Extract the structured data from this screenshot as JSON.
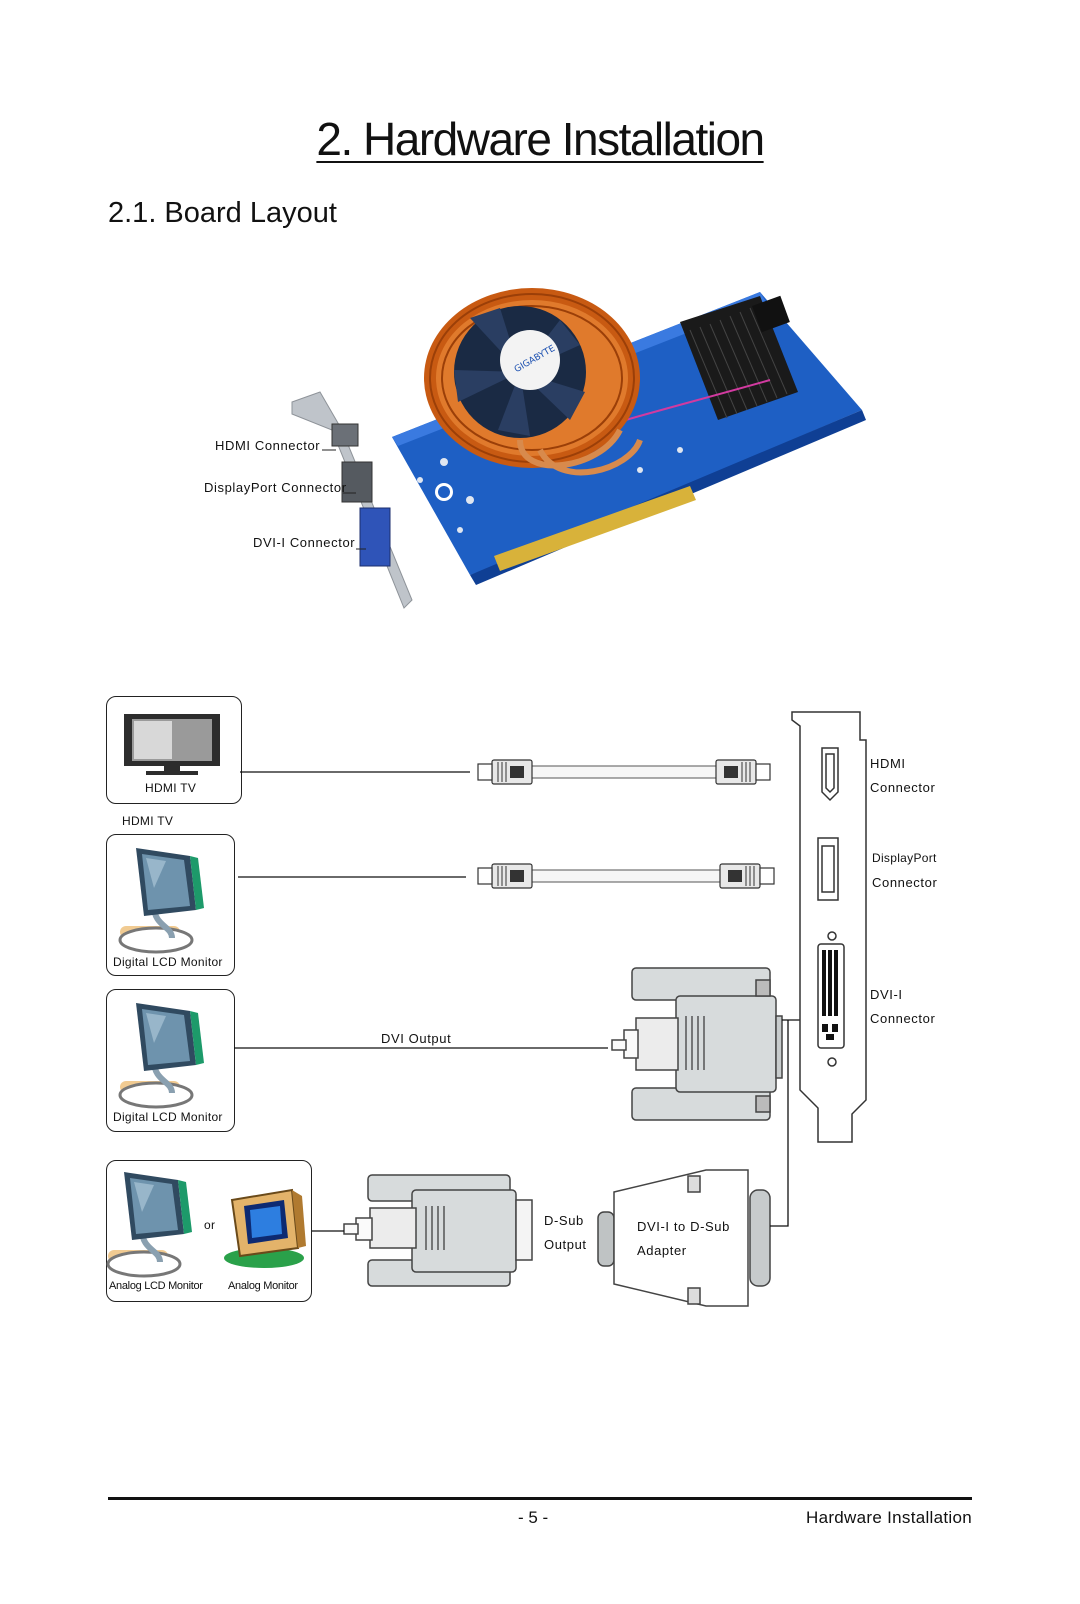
{
  "page": {
    "title": "2. Hardware Installation",
    "section": "2.1. Board Layout"
  },
  "board_photo": {
    "callouts": {
      "hdmi": "HDMI Connector",
      "displayport": "DisplayPort Connector",
      "dvi": "DVI-I Connector"
    },
    "brand": "GIGABYTE"
  },
  "diagram": {
    "devices": {
      "hdmi_tv_box": "HDMI TV",
      "hdmi_tv_caption": "HDMI TV",
      "digital_lcd_1": "Digital LCD Monitor",
      "digital_lcd_2": "Digital LCD Monitor",
      "analog_lcd": "Analog LCD Monitor",
      "analog_crt": "Analog Monitor",
      "or": "or"
    },
    "labels": {
      "dvi_output": "DVI Output",
      "dsub_line1": "D-Sub",
      "dsub_line2": "Output",
      "adapter_line1": "DVI-I to D-Sub",
      "adapter_line2": "Adapter"
    },
    "bracket": {
      "hdmi_1": "HDMI",
      "hdmi_2": "Connector",
      "dp_1": "DisplayPort",
      "dp_2": "Connector",
      "dvi_1": "DVI-I",
      "dvi_2": "Connector"
    }
  },
  "footer": {
    "page_number": "- 5 -",
    "section_title": "Hardware Installation"
  }
}
